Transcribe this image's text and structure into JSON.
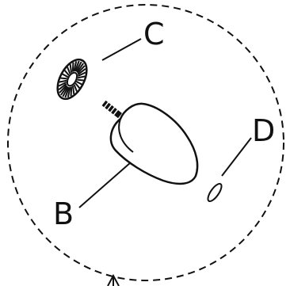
{
  "labels": {
    "b": "B",
    "c": "C",
    "d": "D"
  },
  "parts": [
    {
      "id": "b",
      "icon": "knob-with-threaded-stud"
    },
    {
      "id": "c",
      "icon": "serrated-washer"
    },
    {
      "id": "d",
      "icon": "small-oval-ring"
    }
  ],
  "style": {
    "line_color": "#111111",
    "background": "#ffffff",
    "boundary": "dashed-circle"
  }
}
